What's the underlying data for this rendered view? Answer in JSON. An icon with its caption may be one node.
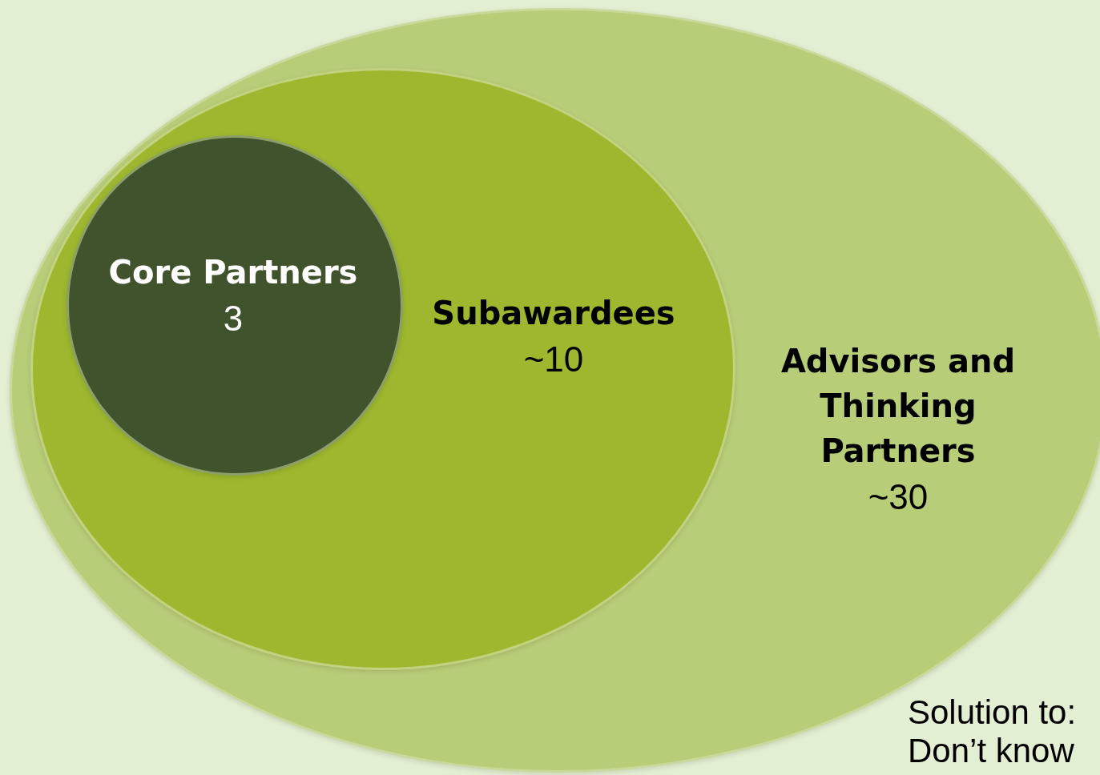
{
  "diagram": {
    "nodes": [
      {
        "text": [
          "Advisors and Thinking Partners",
          "~30"
        ]
      },
      {
        "text": [
          "Subawardees",
          "~10"
        ],
        "in": 0
      },
      {
        "text": [
          "Core Partners",
          "3"
        ],
        "in": 1
      }
    ],
    "labels": [
      "Solution to:",
      "Don’t know"
    ]
  }
}
